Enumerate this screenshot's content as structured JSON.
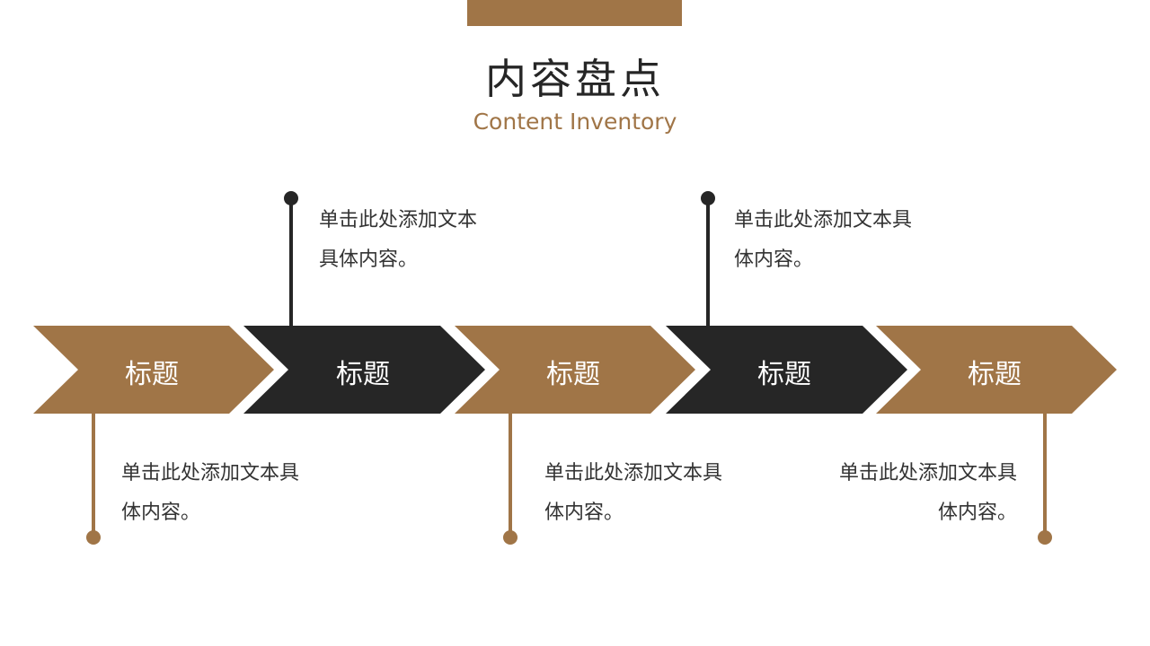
{
  "header": {
    "title": "内容盘点",
    "subtitle": "Content Inventory"
  },
  "colors": {
    "brown": "#A07547",
    "dark": "#262626",
    "text": "#333333"
  },
  "steps": [
    {
      "label": "标题",
      "color": "brown",
      "note_line1": "单击此处添加文本具",
      "note_line2": "体内容。"
    },
    {
      "label": "标题",
      "color": "dark",
      "note_line1": "单击此处添加文本",
      "note_line2": "具体内容。"
    },
    {
      "label": "标题",
      "color": "brown",
      "note_line1": "单击此处添加文本具",
      "note_line2": "体内容。"
    },
    {
      "label": "标题",
      "color": "dark",
      "note_line1": "单击此处添加文本具",
      "note_line2": "体内容。"
    },
    {
      "label": "标题",
      "color": "brown",
      "note_line1": "单击此处添加文本具",
      "note_line2": "体内容。"
    }
  ]
}
